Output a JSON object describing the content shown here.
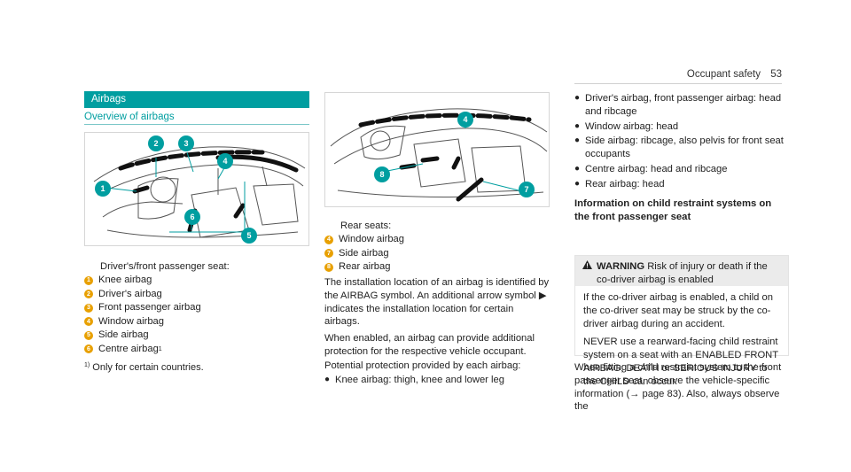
{
  "header": {
    "running_title": "Occupant safety",
    "page_number": "53"
  },
  "column1": {
    "section_title": "Airbags",
    "subheading": "Overview of airbags",
    "figure1_callouts": [
      "1",
      "2",
      "3",
      "4",
      "5",
      "6"
    ],
    "legend_head": "Driver's/front passenger seat:",
    "legend": [
      {
        "num": "1",
        "label": "Knee airbag"
      },
      {
        "num": "2",
        "label": "Driver's airbag"
      },
      {
        "num": "3",
        "label": "Front passenger airbag"
      },
      {
        "num": "4",
        "label": "Window airbag"
      },
      {
        "num": "5",
        "label": "Side airbag"
      },
      {
        "num": "6",
        "label": "Centre airbag",
        "sup": "1"
      }
    ],
    "footnote_mark": "1)",
    "footnote_text": "Only for certain countries."
  },
  "column2": {
    "figure2_callouts": [
      "4",
      "7",
      "8"
    ],
    "legend_head": "Rear seats:",
    "legend": [
      {
        "num": "4",
        "label": "Window airbag"
      },
      {
        "num": "7",
        "label": "Side airbag"
      },
      {
        "num": "8",
        "label": "Rear airbag"
      }
    ],
    "para1": "The installation location of an airbag is identified by the AIRBAG symbol. An additional arrow symbol ▶ indicates the installation location for certain airbags.",
    "para2": "When enabled, an airbag can provide additional protection for the respective vehicle occupant.",
    "para3": "Potential protection provided by each airbag:",
    "bullet1": "Knee airbag: thigh, knee and lower leg"
  },
  "column3": {
    "bullets": [
      "Driver's airbag, front passenger airbag: head and ribcage",
      "Window airbag: head",
      "Side airbag: ribcage, also pelvis for front seat occupants",
      "Centre airbag: head and ribcage",
      "Rear airbag: head"
    ],
    "heading": "Information on child restraint systems on the front passenger seat",
    "warning": {
      "label": "WARNING",
      "summary": "Risk of injury or death if the co-driver airbag is enabled",
      "body1": "If the co-driver airbag is enabled, a child on the co-driver seat may be struck by the co-driver airbag during an accident.",
      "body2": "NEVER use a rearward-facing child restraint system on a seat with an ENABLED FRONT AIRBAG; DEATH or SERIOUS INJURY to the CHILD can occur."
    },
    "para": "When fitting a child restraint system to the front passenger seat, observe the vehicle-specific information (→ page 83). Also, always observe the"
  }
}
